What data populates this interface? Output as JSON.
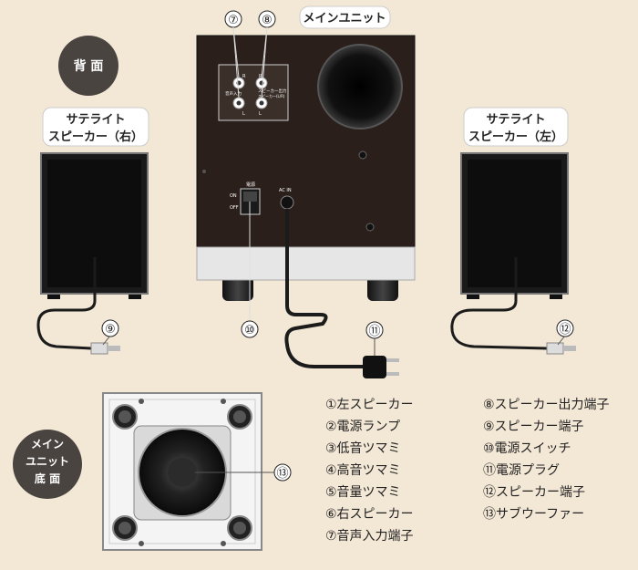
{
  "labels": {
    "rear": "背 面",
    "main_unit": "メインユニット",
    "sat_right": [
      "サテライト",
      "スピーカー（右）"
    ],
    "sat_left": [
      "サテライト",
      "スピーカー（左）"
    ],
    "bottom": [
      "メイン",
      "ユニット",
      "底 面"
    ],
    "panel_audio_in": "音声入力",
    "panel_speaker_out": "スピーカー出力",
    "panel_speaker_out_sub": "スピーカー(L/R)",
    "panel_r": "R",
    "panel_l": "L",
    "power": "電源",
    "on": "ON",
    "off": "OFF",
    "ac_in": "AC IN"
  },
  "callouts": {
    "n7": "⑦",
    "n8": "⑧",
    "n9": "⑨",
    "n10": "⑩",
    "n11": "⑪",
    "n12": "⑫",
    "n13": "⑬"
  },
  "legend_left": [
    "①左スピーカー",
    "②電源ランプ",
    "③低音ツマミ",
    "④高音ツマミ",
    "⑤音量ツマミ",
    "⑥右スピーカー",
    "⑦音声入力端子"
  ],
  "legend_right": [
    "⑧スピーカー出力端子",
    "⑨スピーカー端子",
    "⑩電源スイッチ",
    "⑪電源プラグ",
    "⑫スピーカー端子",
    "⑬サブウーファー"
  ]
}
